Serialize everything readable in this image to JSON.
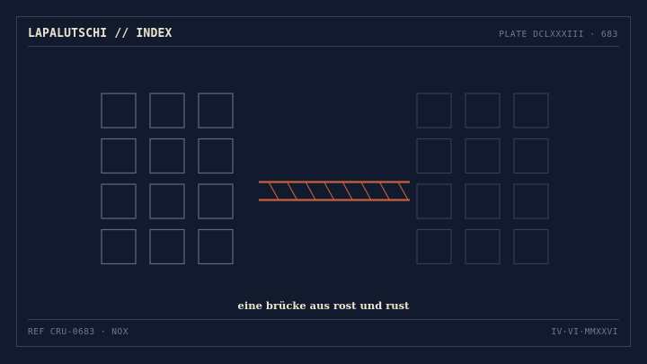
{
  "header": {
    "title": "LAPALUTSCHI // INDEX",
    "plate": "PLATE DCLXXXIII · 683"
  },
  "caption": "eine brücke aus rost und rust",
  "footer": {
    "ref": "REF CRU-0683 · NOX",
    "date": "IV·VI·MMXXVI"
  },
  "grids": {
    "left": {
      "rows": 4,
      "cols": 3
    },
    "right": {
      "rows": 4,
      "cols": 3
    }
  },
  "colors": {
    "background": "#111b2d",
    "frame": "#334058",
    "left_squares": "#5d6a82",
    "right_squares": "#303d55",
    "bridge": "#c8603c",
    "text": "#ece4d0",
    "muted_text": "#6d7a90"
  }
}
